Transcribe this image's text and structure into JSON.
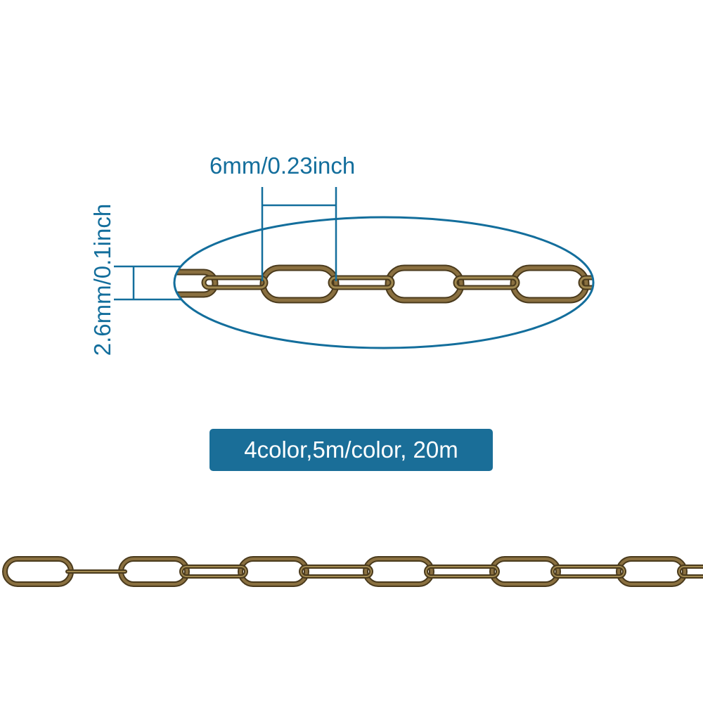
{
  "product": {
    "width_label": "6mm/0.23inch",
    "height_label": "2.6mm/0.1inch",
    "badge_text": "4color,5m/color, 20m"
  },
  "colors": {
    "annotation": "#136e9c",
    "badge_bg": "#1a6e98",
    "chain_metal": "#7a6236",
    "chain_highlight": "#c9b07a",
    "chain_shadow": "#4a3a1c"
  },
  "icons": {
    "zoom_chain": "chain-closeup-icon",
    "full_chain": "chain-strand-icon"
  }
}
